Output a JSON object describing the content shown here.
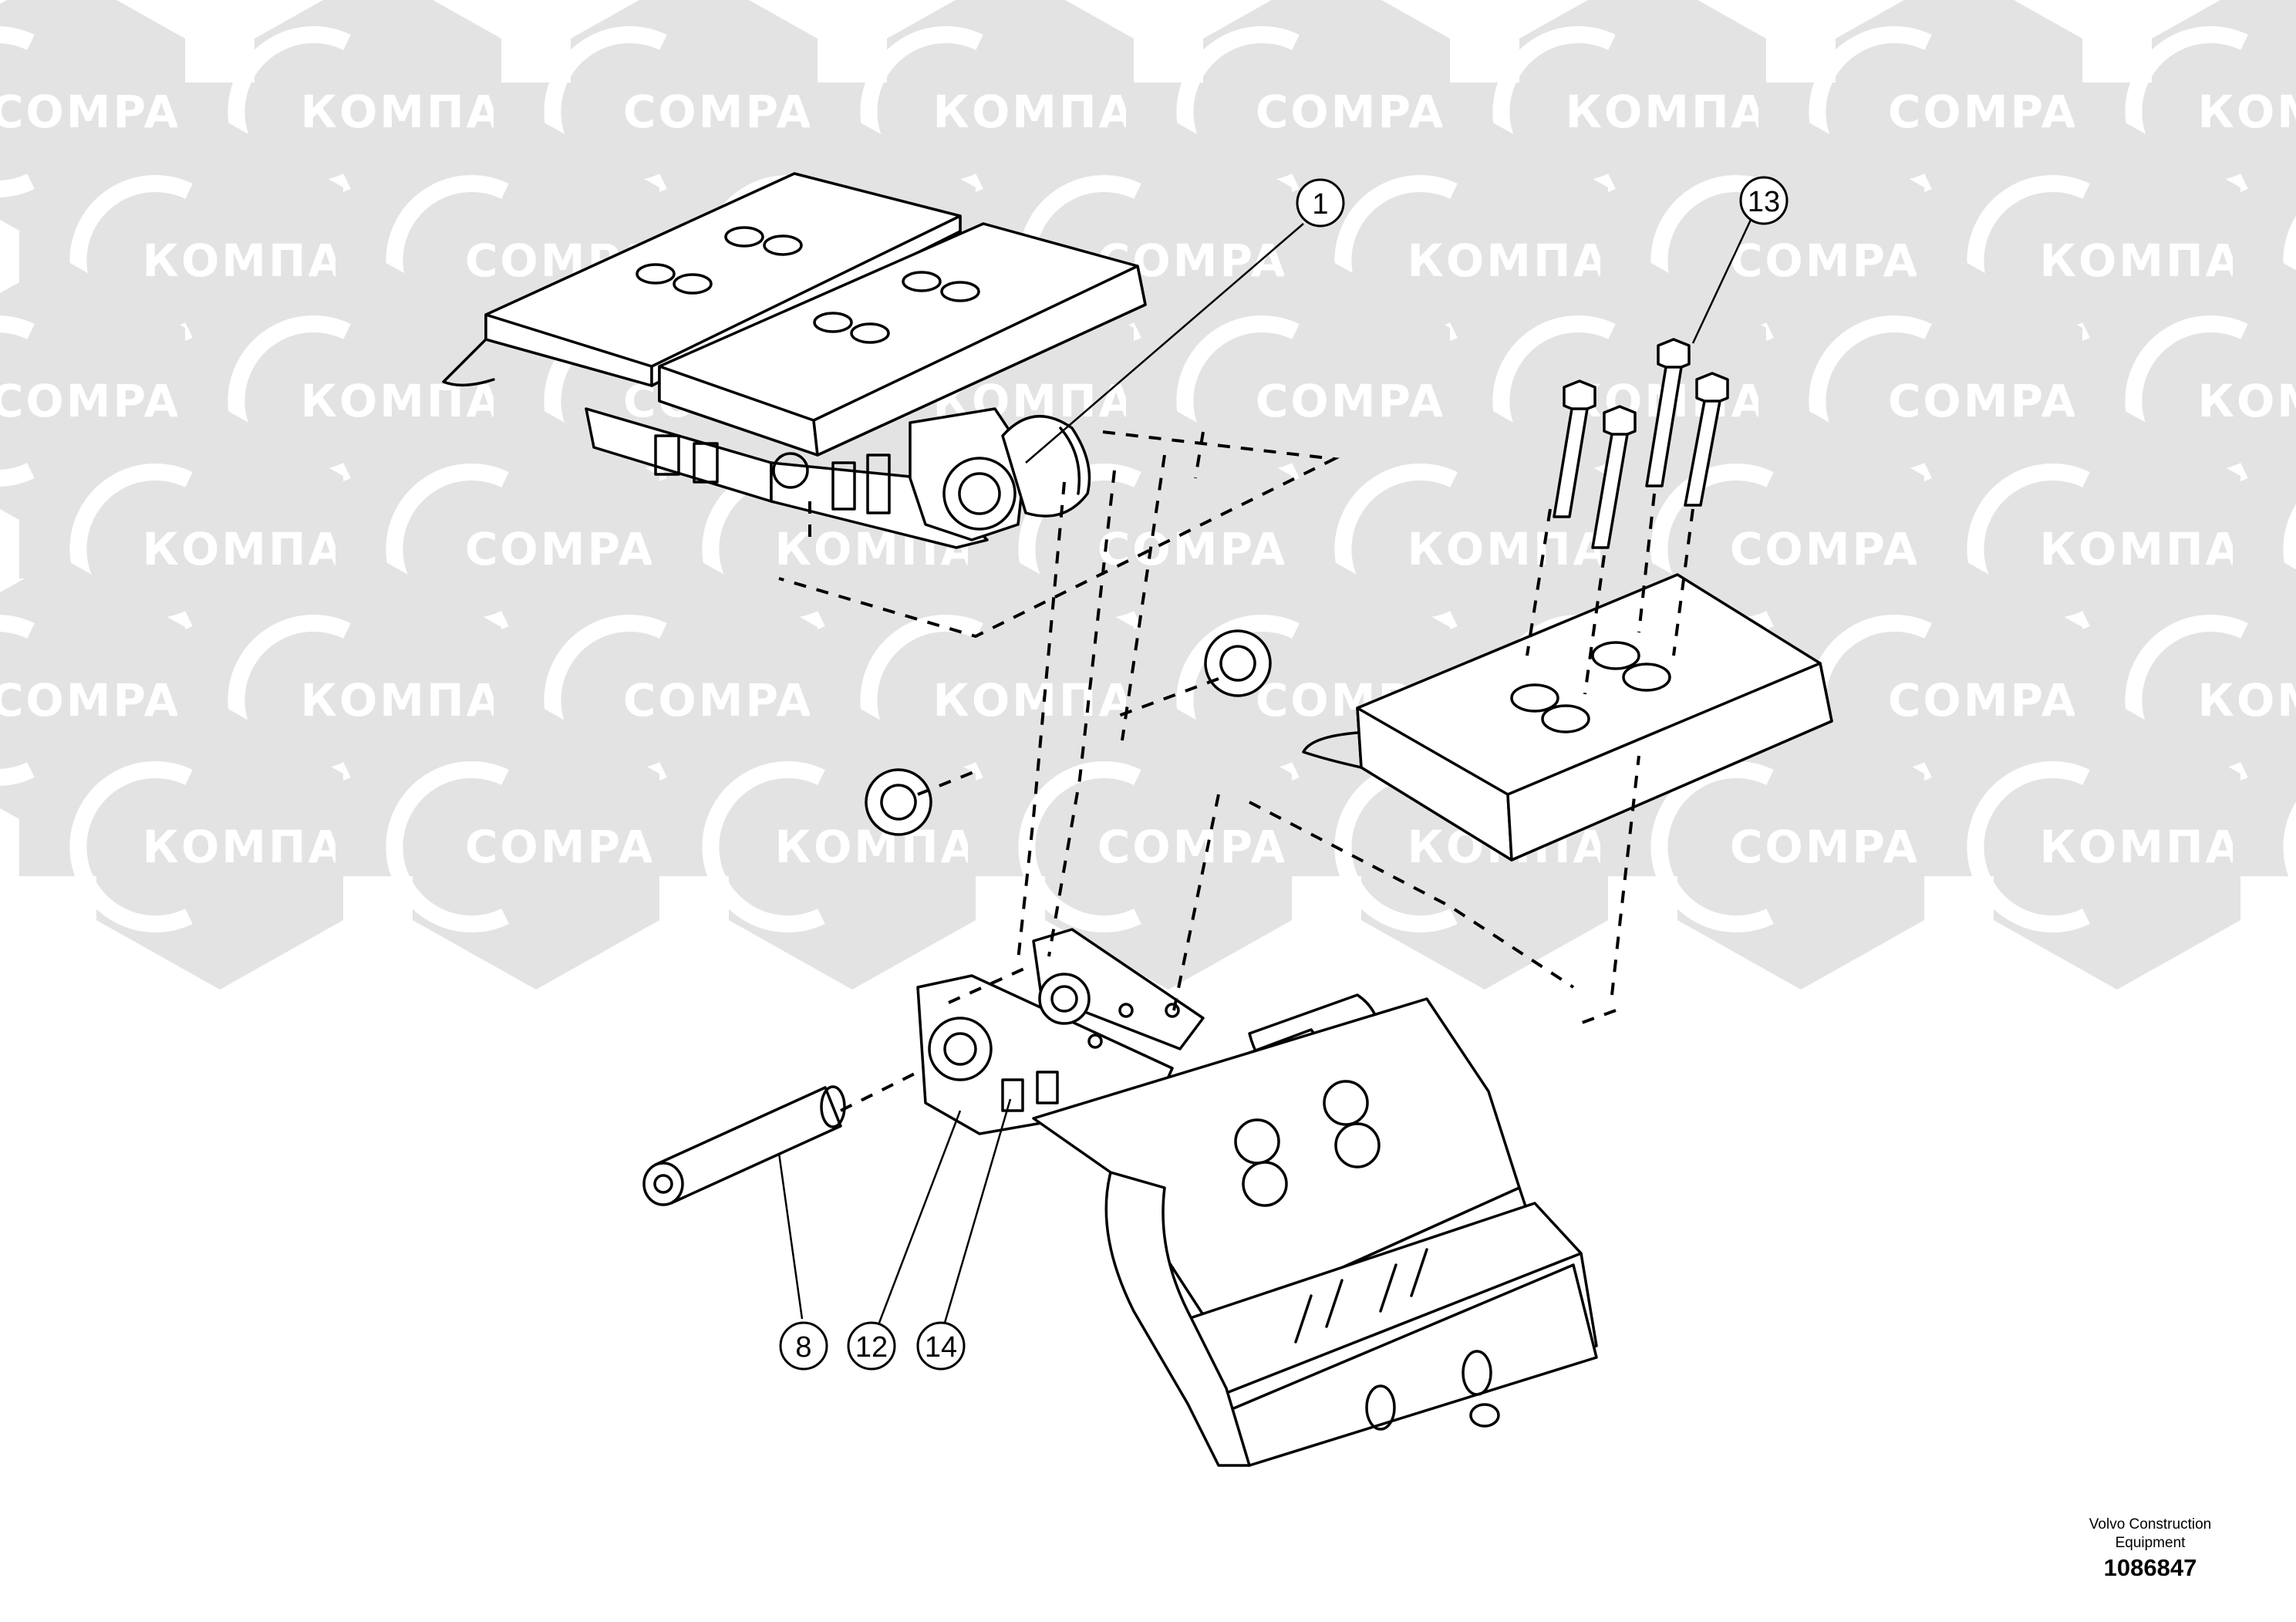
{
  "watermark": {
    "latin": "COMPART",
    "cyrillic": "КОМПАРТ",
    "color": "#e3e3e3"
  },
  "diagram": {
    "line_color": "#000000",
    "callouts": [
      "1",
      "13",
      "8",
      "12",
      "14"
    ]
  },
  "credit": {
    "line1": "Volvo Construction",
    "line2": "Equipment",
    "number": "1086847"
  }
}
